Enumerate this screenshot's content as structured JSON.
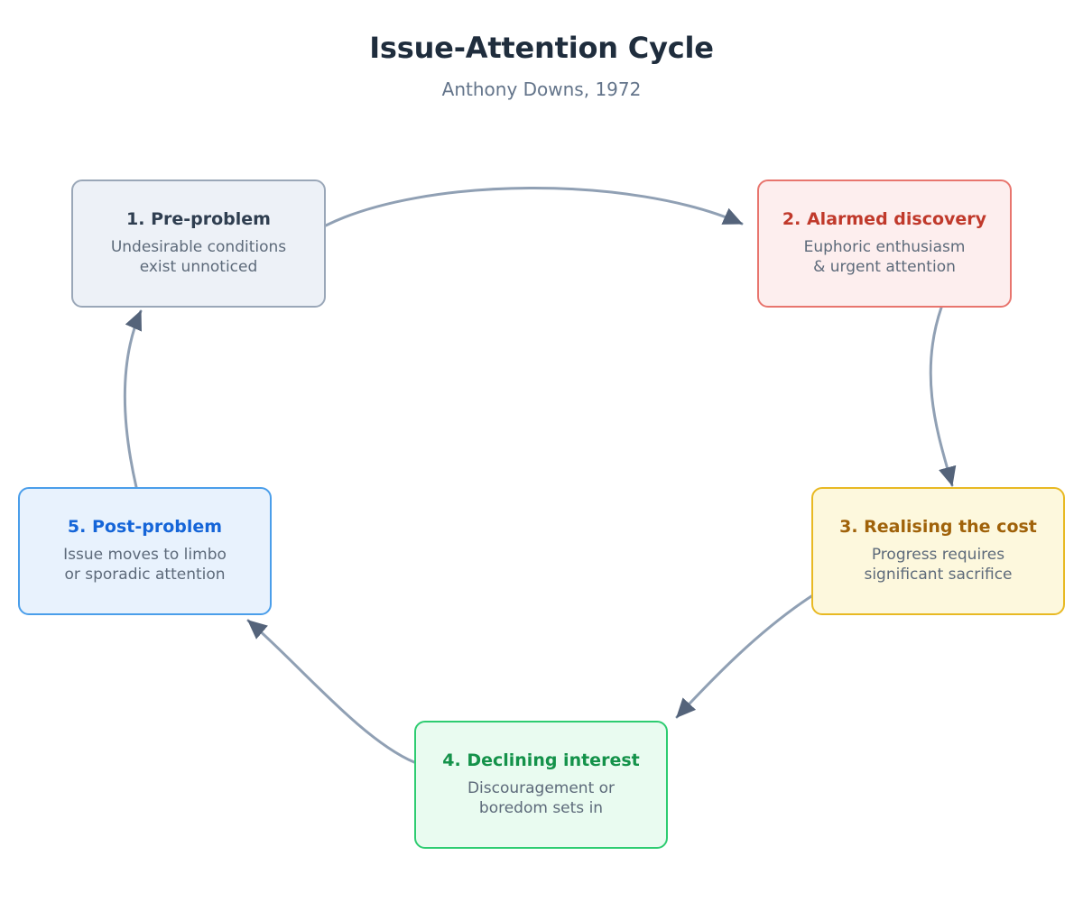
{
  "header": {
    "title": "Issue-Attention Cycle",
    "subtitle": "Anthony Downs, 1972"
  },
  "colors": {
    "background": "#ffffff",
    "title_text": "#1f2d3d",
    "subtitle_text": "#63748a",
    "body_text": "#5d6a7a",
    "edge_line": "#90a0b4",
    "arrow_head": "#54637a"
  },
  "nodes": [
    {
      "id": "pre-problem",
      "number": "1.",
      "title": "1. Pre-problem",
      "description": "Undesirable conditions\nexist unnoticed",
      "fill": "#edf1f7",
      "border": "#9aa7b8",
      "title_color": "#2f3e50"
    },
    {
      "id": "alarmed-discovery",
      "number": "2.",
      "title": "2. Alarmed discovery",
      "description": "Euphoric enthusiasm\n& urgent attention",
      "fill": "#fdeeee",
      "border": "#e8756e",
      "title_color": "#c0392b"
    },
    {
      "id": "realising-the-cost",
      "number": "3.",
      "title": "3. Realising the cost",
      "description": "Progress requires\nsignificant sacrifice",
      "fill": "#fdf8dd",
      "border": "#e8b923",
      "title_color": "#a0620a"
    },
    {
      "id": "declining-interest",
      "number": "4.",
      "title": "4. Declining interest",
      "description": "Discouragement or\nboredom sets in",
      "fill": "#e9fbf0",
      "border": "#2ecc71",
      "title_color": "#14924a"
    },
    {
      "id": "post-problem",
      "number": "5.",
      "title": "5. Post-problem",
      "description": "Issue moves to limbo\nor sporadic attention",
      "fill": "#e8f2fd",
      "border": "#4a9eea",
      "title_color": "#1565d8"
    }
  ],
  "edges": [
    {
      "from": "pre-problem",
      "to": "alarmed-discovery",
      "label": ""
    },
    {
      "from": "alarmed-discovery",
      "to": "realising-the-cost",
      "label": ""
    },
    {
      "from": "realising-the-cost",
      "to": "declining-interest",
      "label": ""
    },
    {
      "from": "declining-interest",
      "to": "post-problem",
      "label": ""
    },
    {
      "from": "post-problem",
      "to": "pre-problem",
      "label": ""
    }
  ]
}
